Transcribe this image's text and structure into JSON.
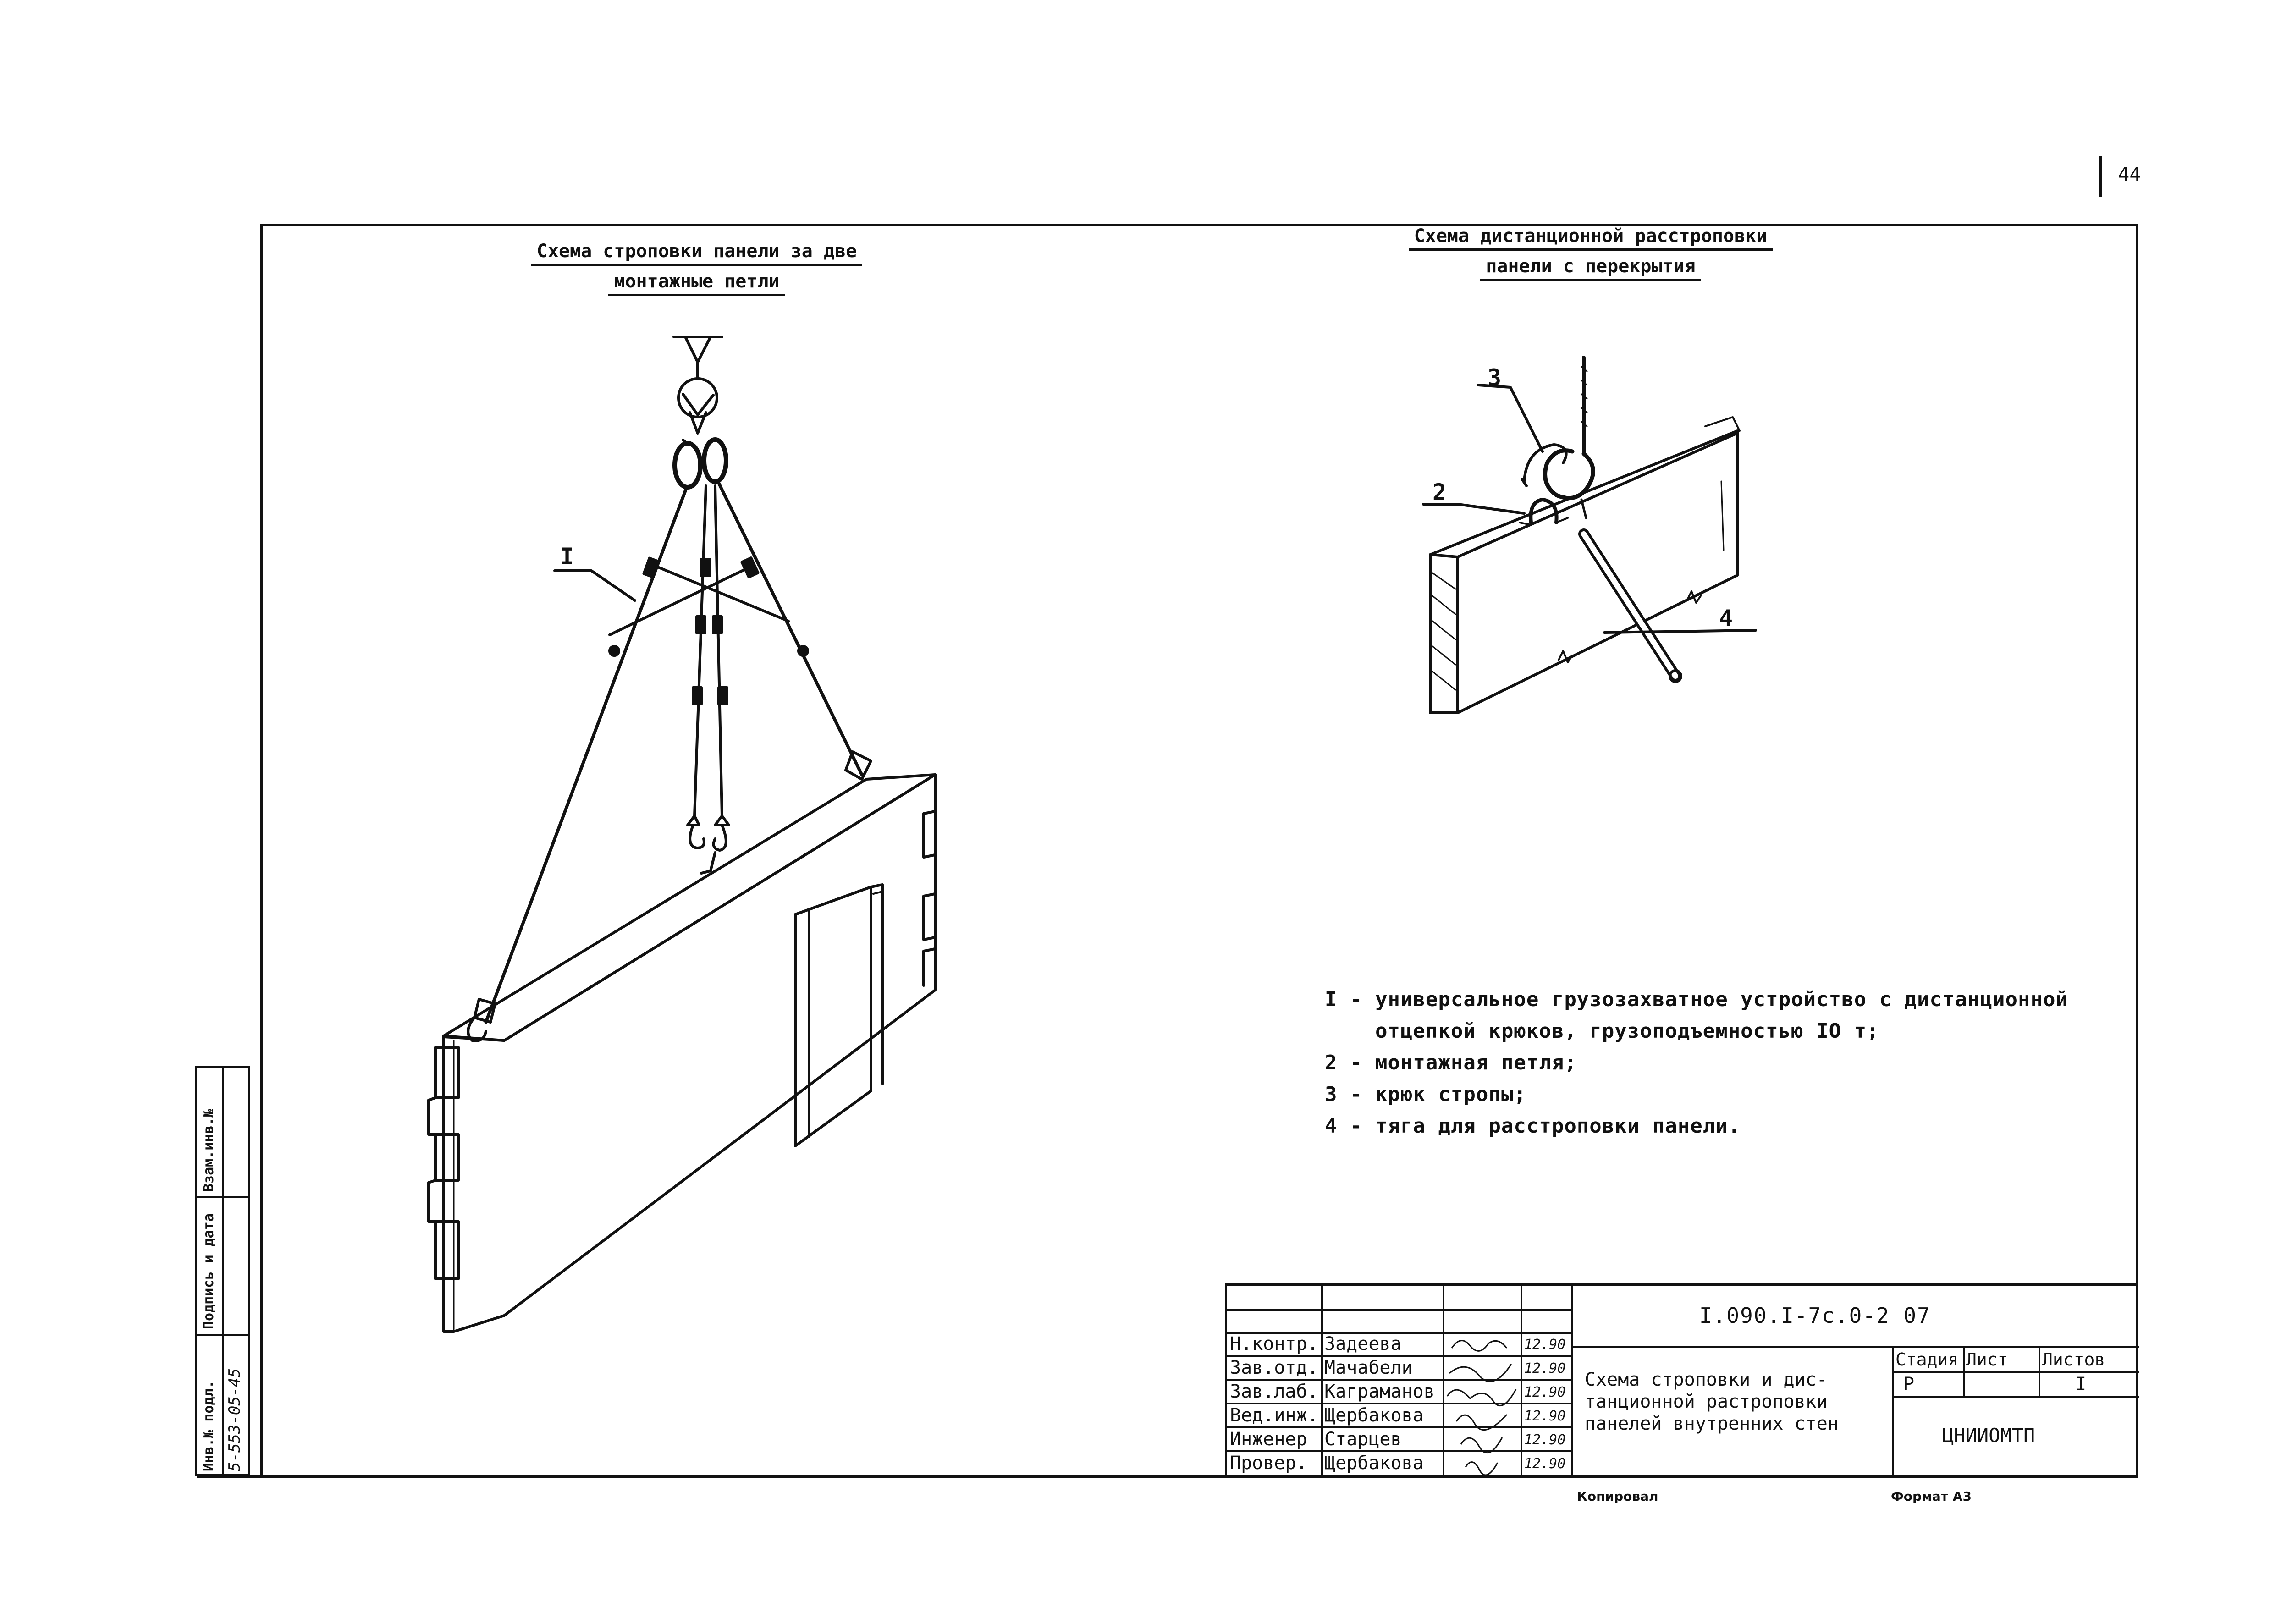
{
  "page_number": "44",
  "left_title": [
    "Схема строповки панели за две",
    "монтажные петли"
  ],
  "right_title": [
    "Схема дистанционной расстроповки",
    "панели с перекрытия"
  ],
  "left_callouts": [
    "I"
  ],
  "right_callouts": [
    "3",
    "2",
    "4"
  ],
  "legend": [
    "I - универсальное грузозахватное устройство с дистанционной",
    "    отцепкой крюков, грузоподъемностью IO т;",
    "2 - монтажная петля;",
    "3 - крюк стропы;",
    "4 - тяга для расстроповки панели."
  ],
  "side_stamp": {
    "labels": [
      "Инв.№ подл.",
      "Подпись и дата",
      "Взам.инв.№"
    ],
    "value": "5-553-05-45"
  },
  "title_block": {
    "designation": "I.090.I-7с.0-2 07",
    "description": [
      "Схема строповки и дис-",
      "танционной растроповки",
      "панелей внутренних стен"
    ],
    "stage_header": [
      "Стадия",
      "Лист",
      "Листов"
    ],
    "stage_values": [
      "Р",
      "",
      "I"
    ],
    "organization": "ЦНИИОМТП",
    "staff": [
      {
        "role": "Н.контр.",
        "name": "Задеева",
        "date": "12.90"
      },
      {
        "role": "Зав.отд.",
        "name": "Мачабели",
        "date": "12.90"
      },
      {
        "role": "Зав.лаб.",
        "name": "Каграманов",
        "date": "12.90"
      },
      {
        "role": "Вед.инж.",
        "name": "Щербакова",
        "date": "12.90"
      },
      {
        "role": "Инженер",
        "name": "Старцев",
        "date": "12.90"
      },
      {
        "role": "Провер.",
        "name": "Щербакова",
        "date": "12.90"
      }
    ]
  },
  "footer": {
    "copied": "Копировал",
    "format": "Формат А3"
  }
}
